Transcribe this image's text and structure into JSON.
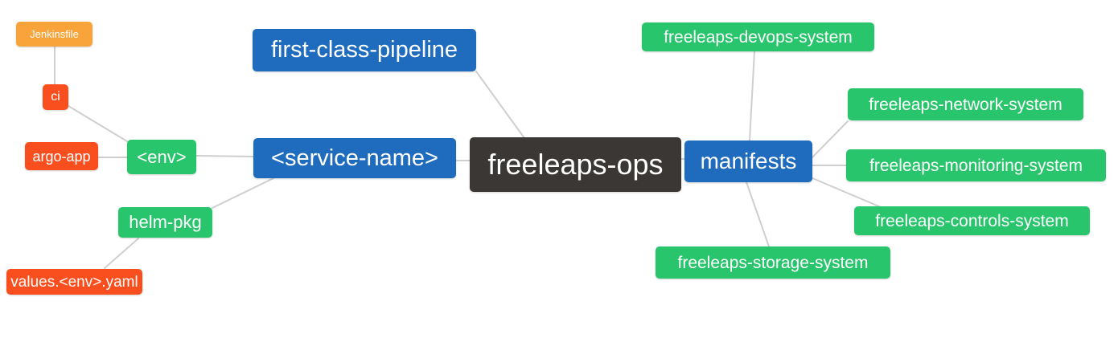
{
  "diagram": {
    "type": "mindmap",
    "root": "freeleaps-ops"
  },
  "palette": {
    "root_bg": "#3a3734",
    "branch_blue_bg": "#1f6bbd",
    "leaf_green_bg": "#29c56c",
    "leaf_red_bg": "#f94f1f",
    "leaf_orange_bg": "#f9a43a",
    "node_text": "#ffffff",
    "edge_line": "#cfcfcf",
    "canvas_bg": "#ffffff"
  },
  "nodes": {
    "freeleaps_ops": {
      "label": "freeleaps-ops",
      "color": "#3a3734"
    },
    "first_class_pipeline": {
      "label": "first-class-pipeline",
      "color": "#1f6bbd"
    },
    "service_name": {
      "label": "<service-name>",
      "color": "#1f6bbd"
    },
    "manifests": {
      "label": "manifests",
      "color": "#1f6bbd"
    },
    "env": {
      "label": "<env>",
      "color": "#29c56c"
    },
    "helm_pkg": {
      "label": "helm-pkg",
      "color": "#29c56c"
    },
    "ci": {
      "label": "ci",
      "color": "#f94f1f"
    },
    "argo_app": {
      "label": "argo-app",
      "color": "#f94f1f"
    },
    "jenkinsfile": {
      "label": "Jenkinsfile",
      "color": "#f9a43a"
    },
    "values_env_yaml": {
      "label": "values.<env>.yaml",
      "color": "#f94f1f"
    },
    "devops_system": {
      "label": "freeleaps-devops-system",
      "color": "#29c56c"
    },
    "network_system": {
      "label": "freeleaps-network-system",
      "color": "#29c56c"
    },
    "monitoring_system": {
      "label": "freeleaps-monitoring-system",
      "color": "#29c56c"
    },
    "controls_system": {
      "label": "freeleaps-controls-system",
      "color": "#29c56c"
    },
    "storage_system": {
      "label": "freeleaps-storage-system",
      "color": "#29c56c"
    }
  },
  "edges": [
    [
      "jenkinsfile",
      "ci"
    ],
    [
      "ci",
      "env"
    ],
    [
      "argo_app",
      "env"
    ],
    [
      "env",
      "service_name"
    ],
    [
      "helm_pkg",
      "values_env_yaml"
    ],
    [
      "service_name",
      "helm_pkg"
    ],
    [
      "service_name",
      "freeleaps_ops"
    ],
    [
      "first_class_pipeline",
      "freeleaps_ops"
    ],
    [
      "freeleaps_ops",
      "manifests"
    ],
    [
      "manifests",
      "devops_system"
    ],
    [
      "manifests",
      "network_system"
    ],
    [
      "manifests",
      "monitoring_system"
    ],
    [
      "manifests",
      "controls_system"
    ],
    [
      "manifests",
      "storage_system"
    ]
  ]
}
